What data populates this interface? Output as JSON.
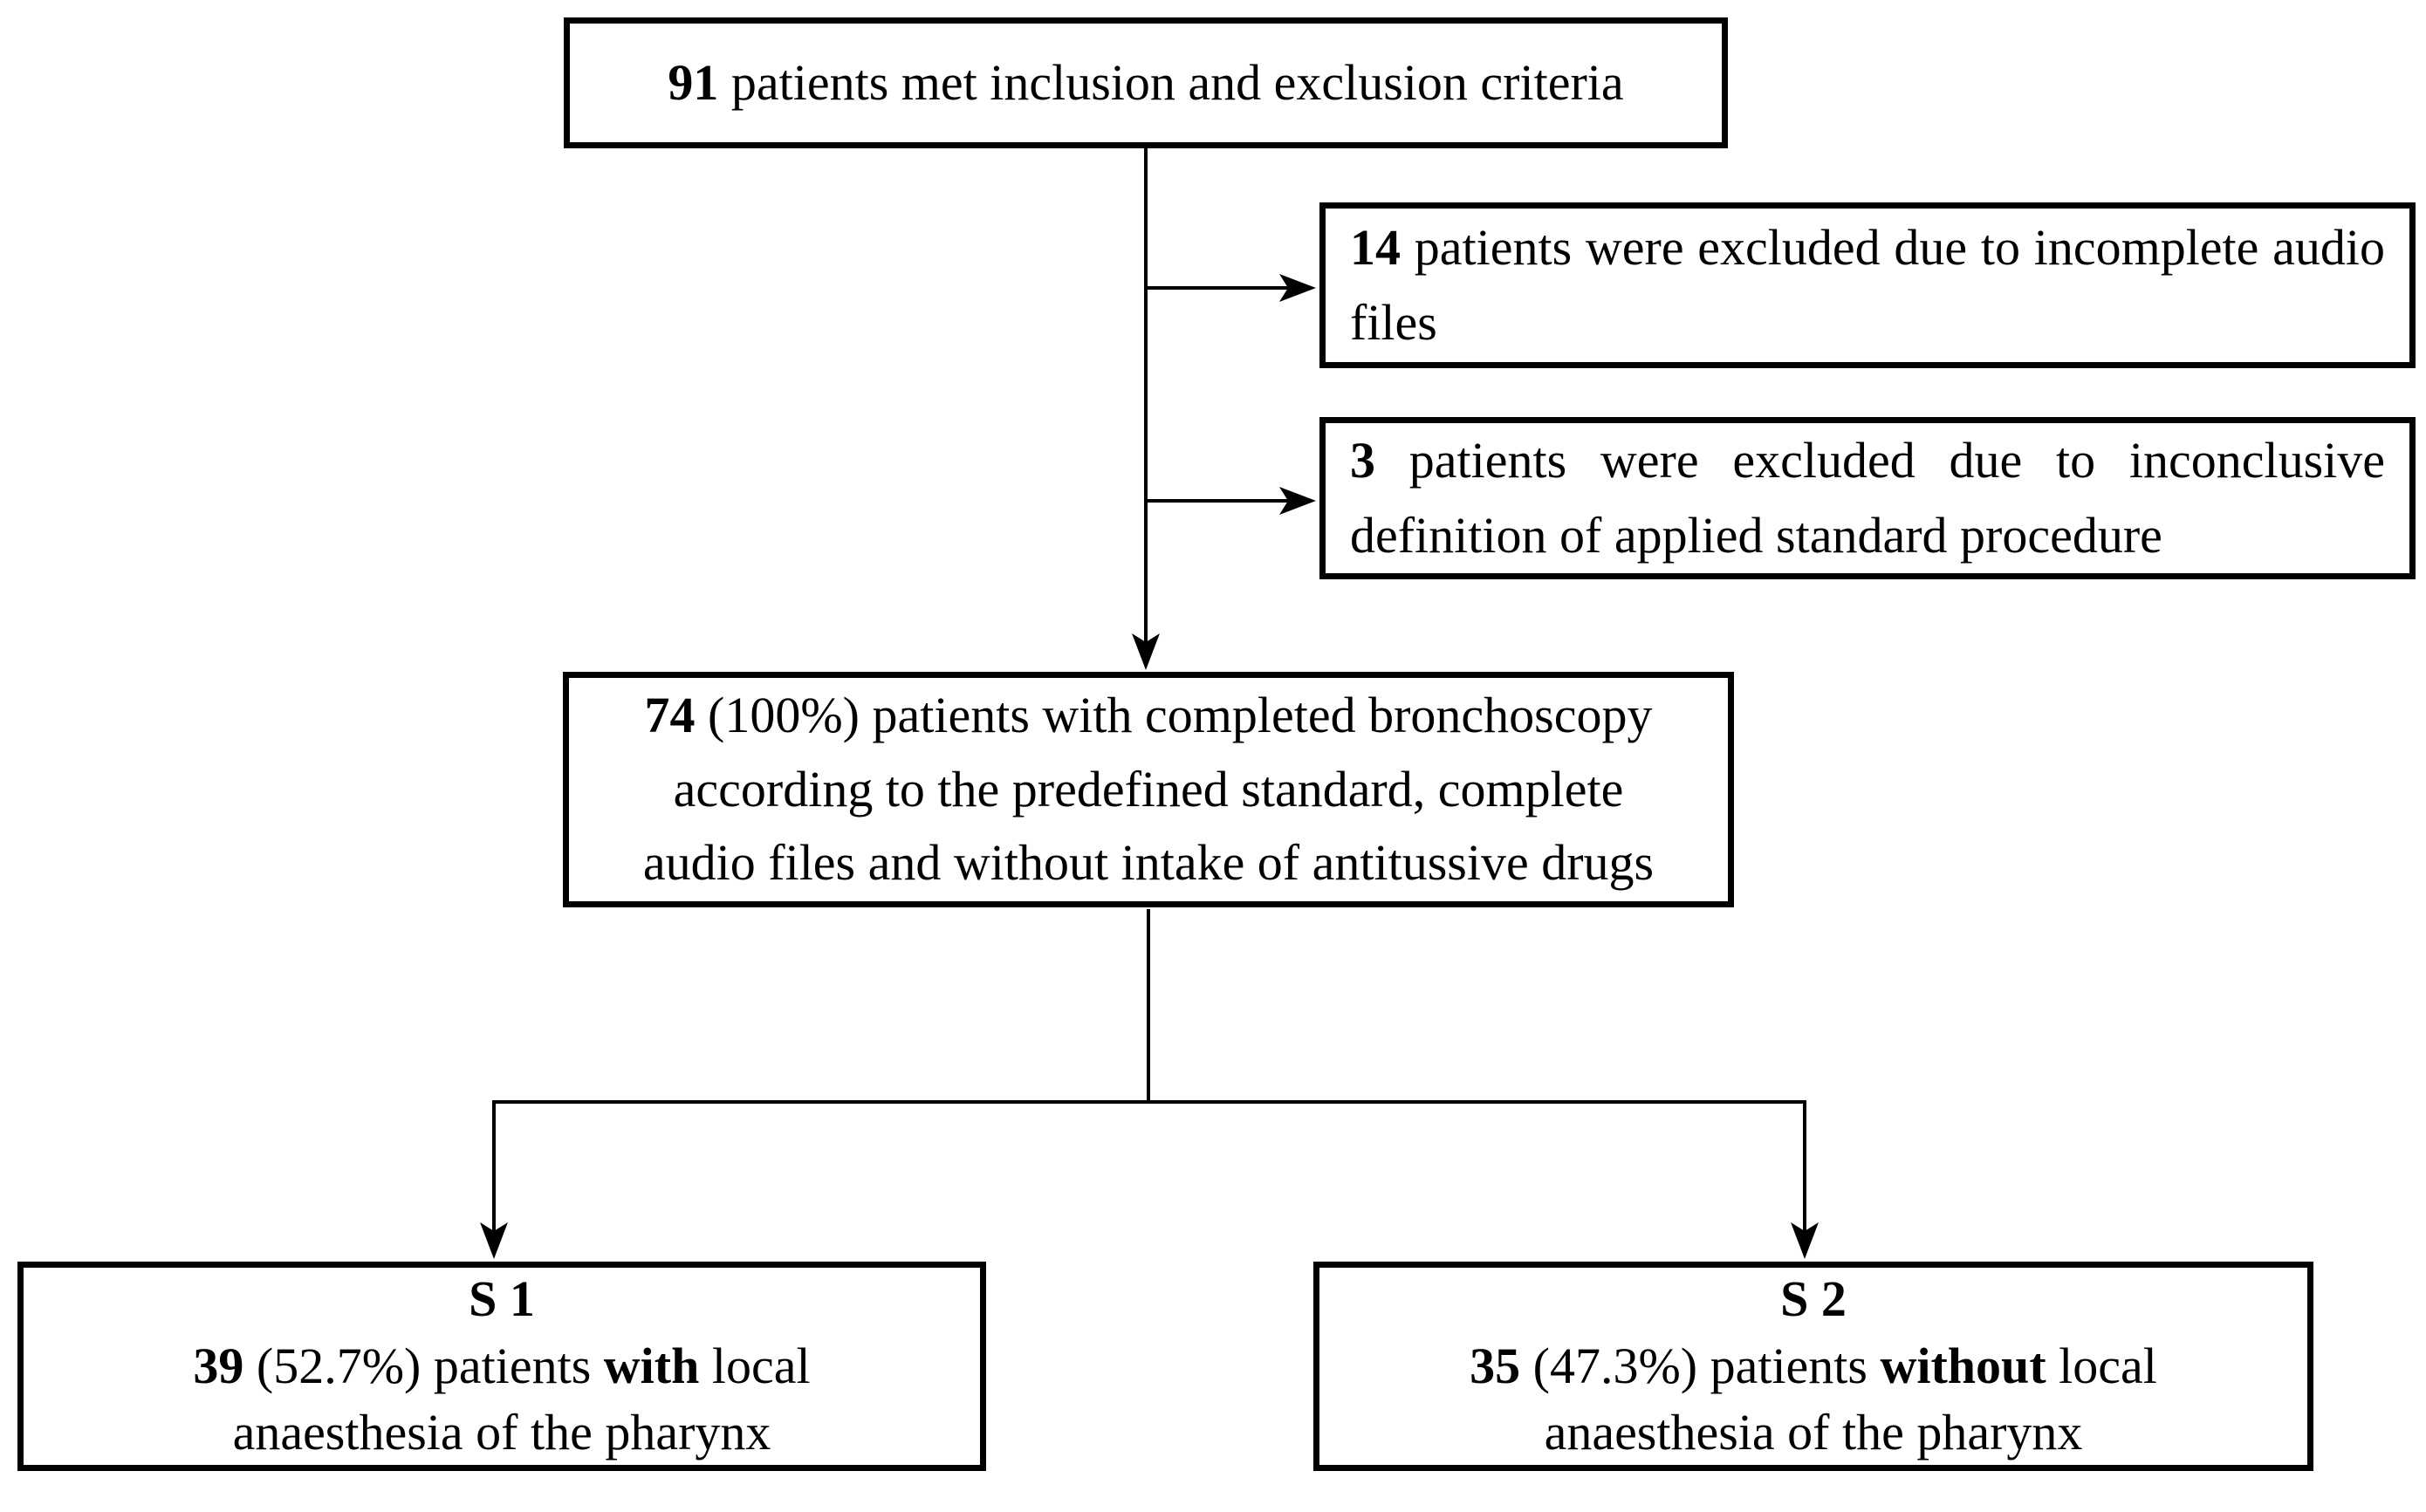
{
  "diagram": {
    "colors": {
      "ink": "#000000",
      "paper": "#ffffff"
    },
    "boxes": {
      "enrolled": {
        "count": "91",
        "text": "patients met inclusion and exclusion criteria"
      },
      "excluded_audio": {
        "count": "14",
        "text": "patients were excluded due to incomplete audio files"
      },
      "excluded_procedure": {
        "count": "3",
        "text": "patients were excluded due to inconclusive definition of applied standard procedure"
      },
      "completed": {
        "count": "74",
        "line1_rest": "(100%) patients with completed bronchoscopy",
        "line2": "according to the predefined standard, complete",
        "line3": "audio files and without intake of antitussive drugs"
      },
      "group_s1": {
        "title": "S 1",
        "count": "39",
        "pre": "(52.7%) patients",
        "emph": "with",
        "post": "local",
        "line2": "anaesthesia of the pharynx"
      },
      "group_s2": {
        "title": "S 2",
        "count": "35",
        "pre": "(47.3%) patients",
        "emph": "without",
        "post": "local",
        "line2": "anaesthesia of the pharynx"
      }
    }
  }
}
